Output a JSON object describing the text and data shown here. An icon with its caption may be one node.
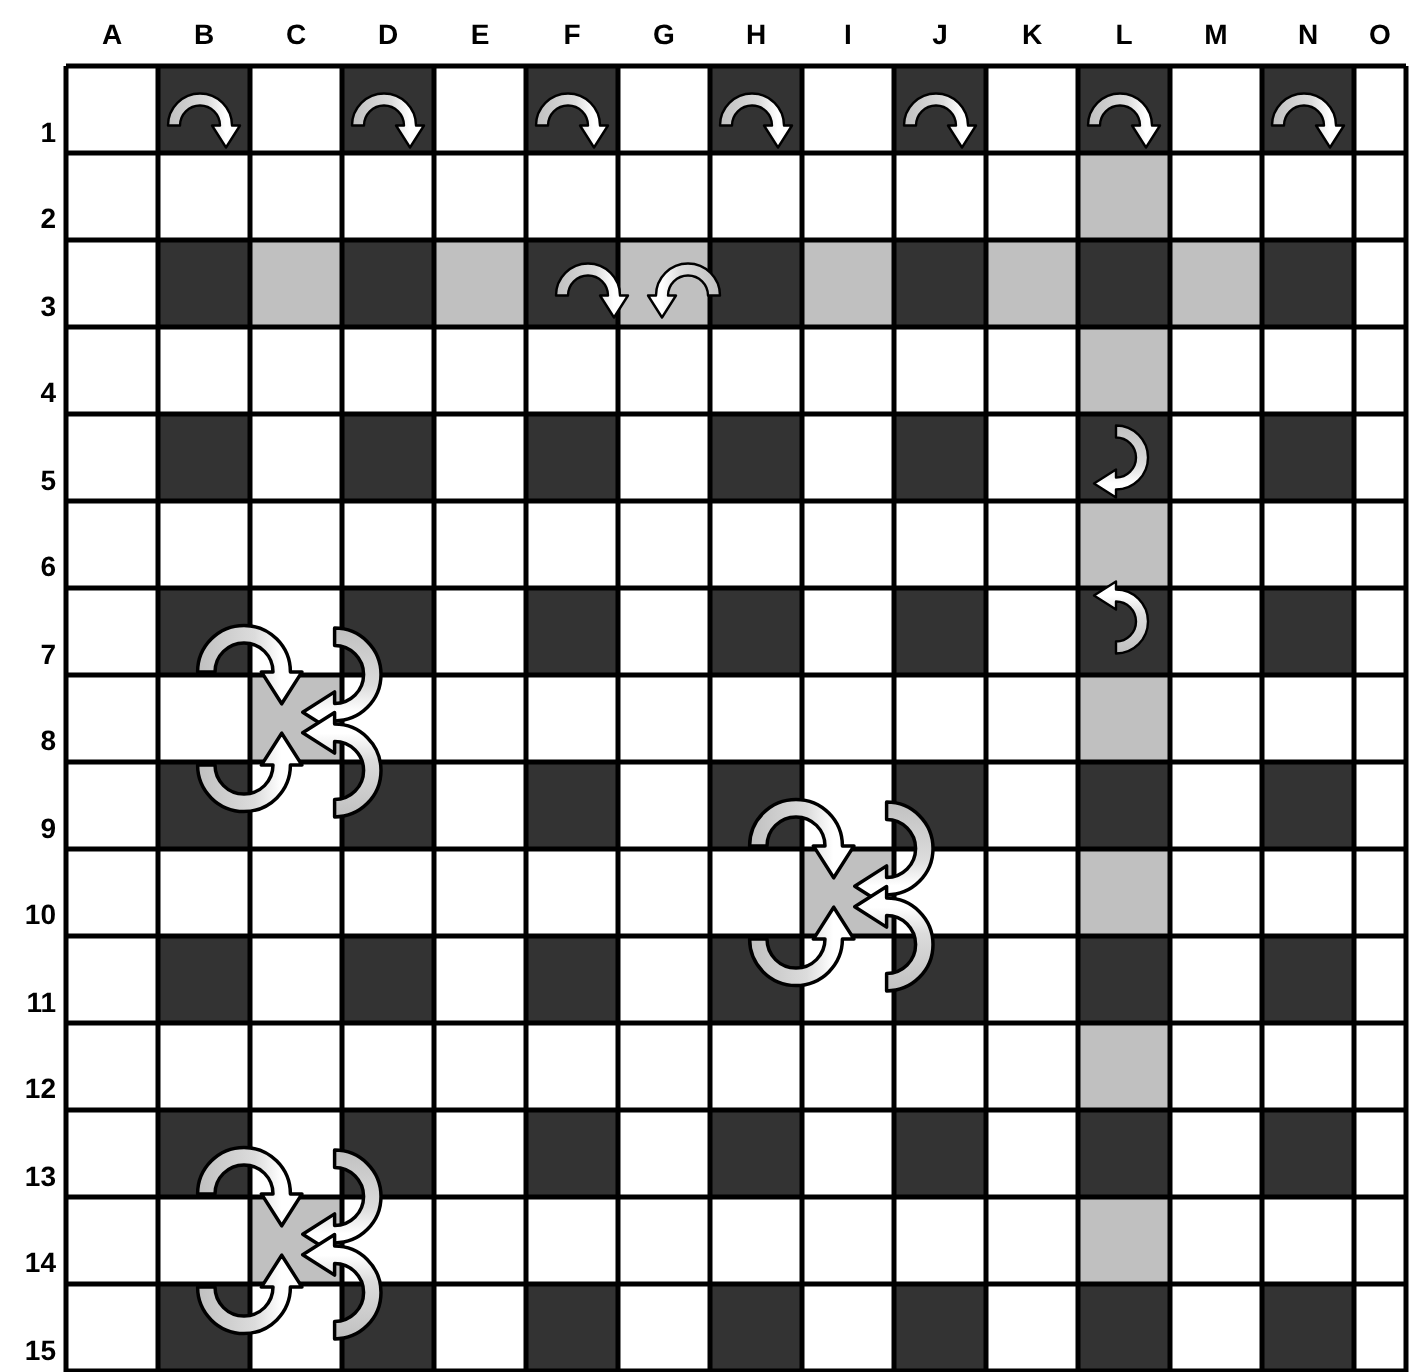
{
  "diagram": {
    "labels": [
      "A",
      "B",
      "C",
      "D",
      "E",
      "F",
      "G",
      "H",
      "I",
      "J",
      "K",
      "L",
      "M",
      "N",
      "O",
      "1",
      "2",
      "3",
      "4",
      "5",
      "6",
      "7",
      "8",
      "9",
      "10",
      "11",
      "12",
      "13",
      "14",
      "15"
    ]
  }
}
